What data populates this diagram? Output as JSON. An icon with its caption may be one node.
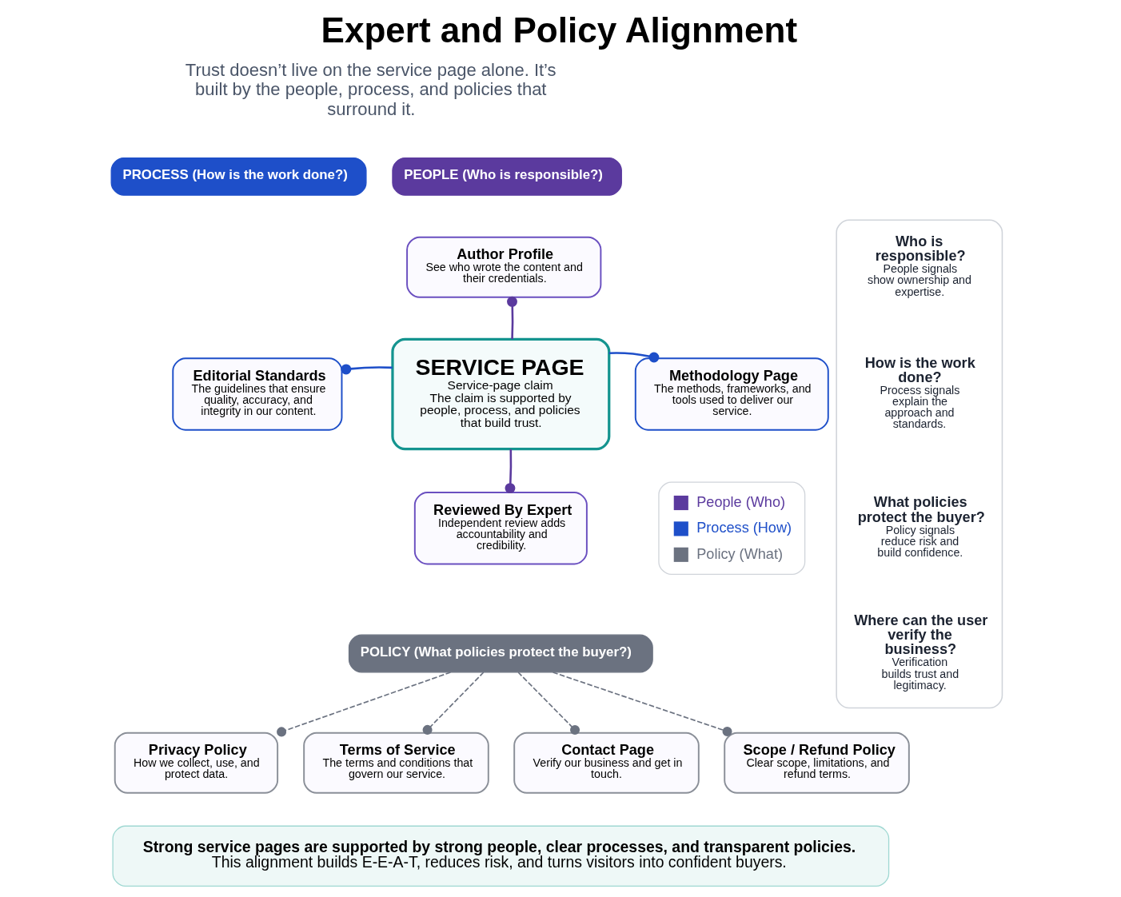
{
  "diagram": {
    "title": "Expert and Policy Alignment",
    "nodes": [
      {
        "text": [
          "PEOPLE (Who is responsible?)"
        ]
      },
      {
        "text": [
          "Author Profile",
          "See who wrote the content and their credentials."
        ]
      },
      {
        "text": [
          "PROCESS (How is the work done?)"
        ]
      },
      {
        "text": [
          "Editorial Standards",
          "The guidelines that ensure quality, accuracy, and integrity in our content."
        ]
      },
      {
        "text": [
          "SERVICE PAGE",
          "Service-page claim",
          "The claim is supported by people, process, and policies that build trust."
        ]
      },
      {
        "text": [
          "Methodology Page",
          "The methods, frameworks, and tools used to deliver our service."
        ]
      },
      {
        "text": [
          "Reviewed By Expert",
          "Independent review adds accountability and credibility."
        ]
      },
      {
        "text": [
          "POLICY (What policies protect the buyer?)"
        ]
      },
      {
        "text": [
          "Privacy Policy",
          "How we collect, use, and protect data."
        ]
      },
      {
        "text": [
          "Terms of Service",
          "The terms and conditions that govern our service."
        ]
      },
      {
        "text": [
          "Contact Page",
          "Verify our business and get in touch."
        ]
      },
      {
        "text": [
          "Scope / Refund Policy",
          "Clear scope, limitations, and refund terms."
        ]
      },
      {
        "text": [],
        "shape": "box"
      },
      {
        "text": [
          "Who is responsible?",
          "People signals show ownership and expertise."
        ],
        "in": 12
      },
      {
        "text": [
          "How is the work done?",
          "Process signals explain the approach and standards."
        ],
        "in": 12
      },
      {
        "text": [
          "What policies protect the buyer?",
          "Policy signals reduce risk and build confidence."
        ],
        "in": 12
      },
      {
        "text": [
          "Where can the user verify the business?",
          "Verification builds trust and legitimacy."
        ],
        "in": 12
      },
      {
        "text": [
          "Strong service pages are supported by strong people, clear processes, and transparent policies.",
          "This alignment builds E-E-A-T, reduces risk, and turns visitors into confident buyers."
        ]
      }
    ],
    "edges": [
      {
        "from": 4,
        "to": 1,
        "arrow": "other",
        "color": "#5b3a9e"
      },
      {
        "from": 4,
        "to": 3,
        "arrow": "other",
        "color": "#1e4fc9"
      },
      {
        "from": 4,
        "to": 5,
        "arrow": "other",
        "color": "#1e4fc9"
      },
      {
        "from": 4,
        "to": 6,
        "arrow": "other",
        "color": "#5b3a9e"
      },
      {
        "from": 7,
        "to": 8,
        "arrow": "other",
        "style": "dashed"
      },
      {
        "from": 7,
        "to": 9,
        "arrow": "other",
        "style": "dashed"
      },
      {
        "from": 7,
        "to": 10,
        "arrow": "other",
        "style": "dashed"
      },
      {
        "from": 7,
        "to": 11,
        "arrow": "other",
        "style": "dashed"
      }
    ],
    "labels": [
      "Trust doesn’t live on the service page alone. It’s built by the people, process, and policies that surround it."
    ],
    "legend": [
      {
        "text": "People (Who)",
        "color": "#5b3a9e"
      },
      {
        "text": "Process (How)",
        "color": "#1e4fc9"
      },
      {
        "text": "Policy (What)",
        "color": "#6b7280"
      }
    ]
  }
}
